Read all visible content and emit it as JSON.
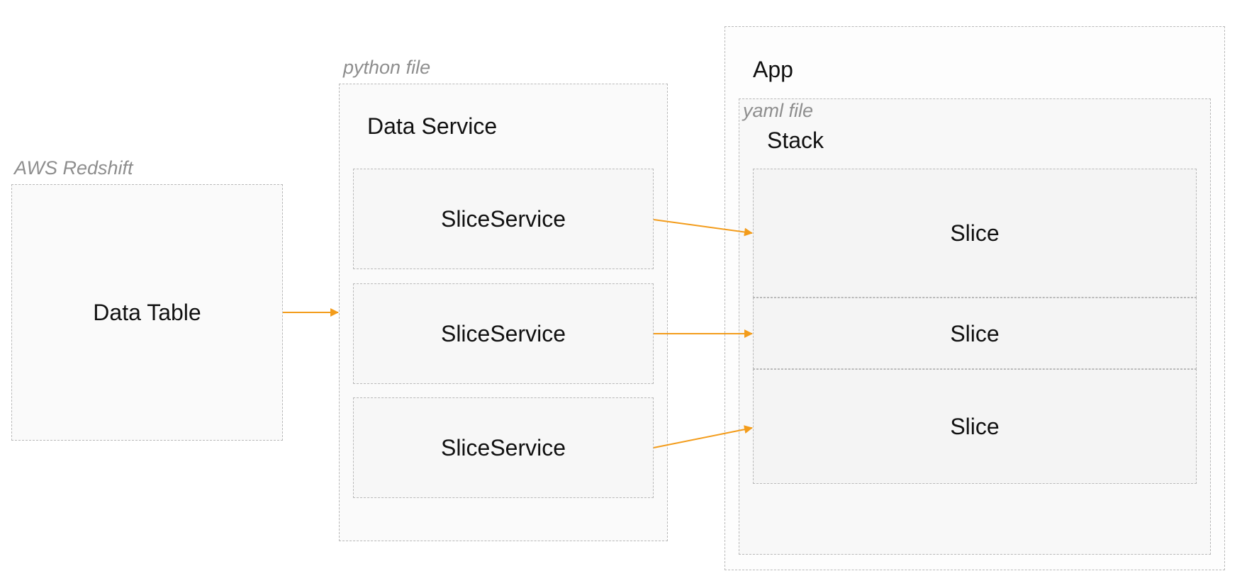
{
  "colors": {
    "arrow": "#f39c1b",
    "dashed_border": "#b9b9b9",
    "caption_text": "#8e8e8e",
    "box_fill_light": "#fafafa",
    "box_fill_slice": "#f4f4f4"
  },
  "redshift": {
    "caption": "AWS Redshift",
    "table_label": "Data Table"
  },
  "python": {
    "caption": "python file",
    "service_title": "Data Service",
    "slice_services": [
      {
        "label": "SliceService"
      },
      {
        "label": "SliceService"
      },
      {
        "label": "SliceService"
      }
    ]
  },
  "app": {
    "title": "App",
    "yaml_caption": "yaml file",
    "stack_title": "Stack",
    "slices": [
      {
        "label": "Slice"
      },
      {
        "label": "Slice"
      },
      {
        "label": "Slice"
      }
    ]
  }
}
